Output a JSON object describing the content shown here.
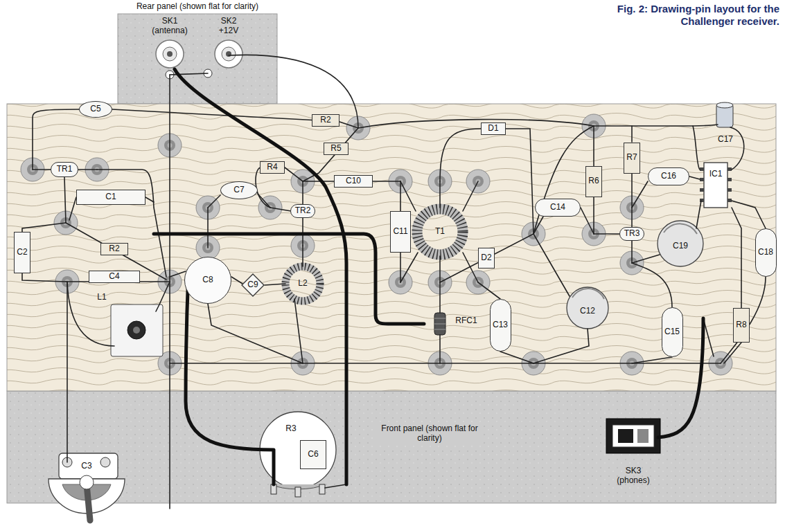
{
  "diagram": {
    "title": "Fig. 2: Drawing-pin layout for the Challenger receiver.",
    "nodes": [
      {
        "text": [
          "Rear panel (shown flat for clarity)"
        ]
      },
      {
        "text": [
          "R2"
        ]
      },
      {
        "text": [
          "C5"
        ]
      },
      {
        "text": [
          "R5"
        ]
      },
      {
        "text": [
          "D1"
        ]
      },
      {
        "text": [
          "R7"
        ]
      },
      {
        "text": [
          "TR1"
        ]
      },
      {
        "text": [
          "R4"
        ]
      },
      {
        "text": [
          "C10"
        ]
      },
      {
        "text": [
          "R6"
        ]
      },
      {
        "text": [
          "C16"
        ]
      },
      {
        "text": [
          "C7"
        ]
      },
      {
        "text": [
          "C1"
        ]
      },
      {
        "text": [
          "C14"
        ]
      },
      {
        "text": [
          "TR2"
        ]
      },
      {
        "text": [
          "C11"
        ]
      },
      {
        "text": [
          "TR3"
        ]
      },
      {
        "text": [
          "R2"
        ]
      },
      {
        "text": [
          "C2"
        ]
      },
      {
        "text": [
          "C18"
        ]
      },
      {
        "text": [
          "D2"
        ]
      },
      {
        "text": [
          "C4"
        ]
      },
      {
        "text": [
          "C8"
        ]
      },
      {
        "text": [
          "C9"
        ]
      },
      {
        "text": [
          "C13"
        ]
      },
      {
        "text": [
          "C15"
        ]
      },
      {
        "text": [
          "R8"
        ]
      },
      {
        "text": [
          "Front panel (shown flat for clarity)"
        ]
      },
      {
        "text": [
          "C6"
        ],
        "in": 27
      }
    ],
    "labels": [
      "SK1 (antenna)",
      "SK2 +12V",
      "IC1",
      "C17",
      "T1",
      "C19",
      "L2",
      "C12",
      "L1",
      "RFC1",
      "C3",
      "R3",
      "SK3 (phones)"
    ]
  }
}
